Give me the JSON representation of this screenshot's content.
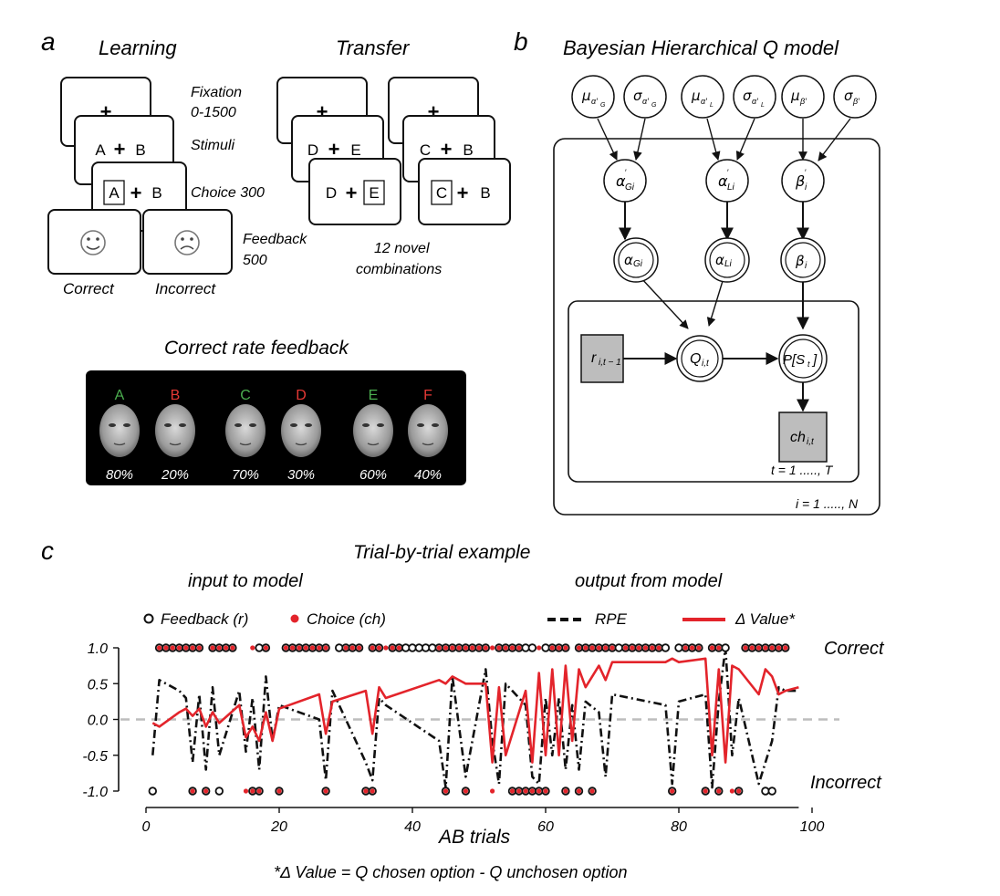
{
  "panel_a": {
    "letter": "a",
    "learning_title": "Learning",
    "transfer_title": "Transfer",
    "fixation_label": "Fixation",
    "fixation_duration": "0-1500",
    "stimuli_label": "Stimuli",
    "choice_label": "Choice 300",
    "feedback_label": "Feedback",
    "feedback_duration": "500",
    "fixation_cross": "+",
    "learning_pair_left": "A",
    "learning_pair_right": "B",
    "learning_choice_left": "A",
    "learning_choice_right": "B",
    "correct_label": "Correct",
    "incorrect_label": "Incorrect",
    "transfer1_left": "D",
    "transfer1_right": "E",
    "transfer1_choice_left": "D",
    "transfer1_choice_right": "E",
    "transfer2_left": "C",
    "transfer2_right": "B",
    "transfer2_choice_left": "C",
    "transfer2_choice_right": "B",
    "novel_line1": "12 novel",
    "novel_line2": "combinations",
    "correct_rate_title": "Correct rate feedback",
    "faces": [
      {
        "letter": "A",
        "percent": "80%",
        "color": "#4caf50"
      },
      {
        "letter": "B",
        "percent": "20%",
        "color": "#e53935"
      },
      {
        "letter": "C",
        "percent": "70%",
        "color": "#4caf50"
      },
      {
        "letter": "D",
        "percent": "30%",
        "color": "#e53935"
      },
      {
        "letter": "E",
        "percent": "60%",
        "color": "#4caf50"
      },
      {
        "letter": "F",
        "percent": "40%",
        "color": "#e53935"
      }
    ]
  },
  "panel_b": {
    "letter": "b",
    "title": "Bayesian Hierarchical Q model",
    "t_plate": "t = 1 ....., T",
    "i_plate": "i = 1 ....., N"
  },
  "panel_c": {
    "letter": "c",
    "title": "Trial-by-trial example",
    "input_label": "input to model",
    "output_label": "output from model",
    "legend_feedback": "Feedback (r)",
    "legend_choice": "Choice (ch)",
    "legend_rpe": "RPE",
    "legend_dvalue": "Δ Value*",
    "correct_label": "Correct",
    "incorrect_label": "Incorrect",
    "xlabel": "AB trials",
    "footnote": "*Δ Value = Q chosen option - Q unchosen option",
    "colors": {
      "rpe": "#111111",
      "dvalue": "#e3242b",
      "choice": "#e3242b",
      "zero": "#bdbdbd"
    }
  },
  "chart_data": {
    "type": "line",
    "xlabel": "AB trials",
    "ylabel": "",
    "xlim": [
      0,
      100
    ],
    "ylim": [
      -1,
      1
    ],
    "xticks": [
      0,
      20,
      40,
      60,
      80,
      100
    ],
    "yticks": [
      "1.0",
      "0.5",
      "0.0",
      "-0.5",
      "-1.0"
    ],
    "ytick_values": [
      1,
      0.5,
      0,
      -0.5,
      -1
    ],
    "series": [
      {
        "name": "RPE",
        "style": "dash-dot",
        "x": [
          1,
          2,
          5,
          6,
          7,
          8,
          9,
          10,
          11,
          14,
          15,
          16,
          17,
          18,
          19,
          20,
          26,
          27,
          28,
          33,
          34,
          35,
          36,
          44,
          45,
          46,
          48,
          51,
          52,
          53,
          54,
          57,
          58,
          59,
          60,
          61,
          62,
          63,
          64,
          65,
          66,
          68,
          69,
          70,
          78,
          79,
          80,
          84,
          85,
          86,
          87,
          88,
          89,
          92,
          93,
          94,
          95,
          96,
          98
        ],
        "y": [
          -0.5,
          0.55,
          0.4,
          0.3,
          -0.6,
          0.35,
          -0.7,
          0.45,
          -0.5,
          0.4,
          -0.45,
          0.3,
          -0.7,
          0.6,
          -0.3,
          0.2,
          0.0,
          -0.85,
          0.4,
          -0.6,
          -0.85,
          0.3,
          0.2,
          -0.3,
          -0.95,
          0.6,
          -0.8,
          0.7,
          -0.3,
          -0.9,
          0.5,
          0.2,
          -0.8,
          -0.9,
          0.3,
          -0.5,
          0.3,
          -0.7,
          0.2,
          -0.7,
          0.25,
          0.1,
          -0.8,
          0.35,
          0.2,
          -0.9,
          0.25,
          0.35,
          -0.95,
          0.25,
          1.0,
          -0.5,
          0.3,
          -0.9,
          -0.6,
          -0.3,
          0.45,
          0.4,
          0.4
        ]
      },
      {
        "name": "Δ Value*",
        "style": "solid",
        "x": [
          1,
          2,
          5,
          6,
          7,
          8,
          9,
          10,
          11,
          14,
          15,
          16,
          17,
          18,
          19,
          20,
          26,
          27,
          28,
          33,
          34,
          35,
          36,
          44,
          45,
          46,
          48,
          51,
          52,
          53,
          54,
          57,
          58,
          59,
          60,
          61,
          62,
          63,
          64,
          65,
          66,
          68,
          69,
          70,
          78,
          79,
          80,
          84,
          85,
          86,
          87,
          88,
          89,
          92,
          93,
          94,
          95,
          96,
          98
        ],
        "y": [
          -0.05,
          -0.1,
          0.1,
          0.15,
          0.05,
          0.15,
          -0.1,
          0.1,
          -0.05,
          0.2,
          -0.25,
          -0.1,
          -0.3,
          0.1,
          -0.3,
          0.15,
          0.35,
          -0.2,
          0.25,
          0.4,
          -0.2,
          0.45,
          0.3,
          0.55,
          0.5,
          0.6,
          0.5,
          0.5,
          -0.6,
          0.45,
          -0.5,
          0.4,
          -0.6,
          0.65,
          -0.5,
          0.7,
          -0.5,
          0.75,
          -0.3,
          0.7,
          0.45,
          0.75,
          0.55,
          0.8,
          0.8,
          0.85,
          0.8,
          0.85,
          -0.5,
          0.7,
          -0.6,
          0.75,
          0.7,
          0.35,
          0.7,
          0.6,
          0.35,
          0.4,
          0.45
        ]
      }
    ],
    "feedback_correct_trials": [
      2,
      3,
      4,
      5,
      6,
      7,
      8,
      10,
      11,
      12,
      13,
      17,
      18,
      21,
      22,
      23,
      24,
      25,
      26,
      27,
      29,
      30,
      31,
      32,
      34,
      35,
      37,
      38,
      39,
      40,
      41,
      42,
      43,
      44,
      45,
      46,
      47,
      48,
      49,
      50,
      51,
      53,
      54,
      55,
      56,
      57,
      58,
      60,
      61,
      62,
      63,
      65,
      66,
      67,
      68,
      69,
      70,
      71,
      72,
      73,
      74,
      75,
      76,
      77,
      78,
      80,
      81,
      82,
      83,
      85,
      86,
      87,
      90,
      91,
      92,
      93,
      94,
      95,
      96
    ],
    "feedback_incorrect_trials": [
      1,
      7,
      9,
      11,
      16,
      17,
      20,
      27,
      33,
      34,
      45,
      48,
      55,
      56,
      57,
      58,
      59,
      60,
      63,
      65,
      67,
      79,
      84,
      86,
      89,
      93,
      94
    ],
    "choice_correct_trials": [
      2,
      3,
      4,
      5,
      6,
      7,
      8,
      10,
      11,
      12,
      13,
      16,
      18,
      21,
      22,
      23,
      24,
      25,
      26,
      27,
      30,
      31,
      32,
      34,
      35,
      36,
      37,
      38,
      44,
      45,
      46,
      47,
      48,
      49,
      50,
      51,
      52,
      53,
      54,
      55,
      56,
      59,
      61,
      62,
      63,
      65,
      66,
      67,
      68,
      69,
      70,
      72,
      73,
      74,
      75,
      76,
      77,
      81,
      82,
      83,
      85,
      86,
      90,
      91,
      92,
      93,
      94,
      95,
      96
    ],
    "choice_incorrect_trials": [
      7,
      9,
      15,
      16,
      17,
      20,
      27,
      33,
      34,
      45,
      48,
      52,
      55,
      56,
      57,
      58,
      59,
      60,
      63,
      65,
      67,
      79,
      84,
      86,
      88,
      89
    ]
  }
}
